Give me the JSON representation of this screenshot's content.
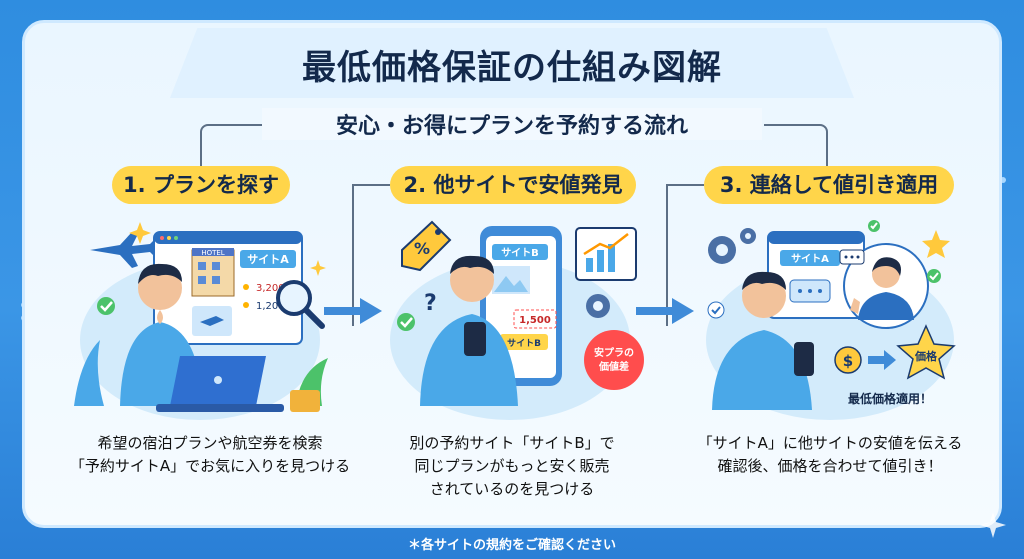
{
  "title": "最低価格保証の仕組み図解",
  "subtitle": "安心・お得にプランを予約する流れ",
  "steps": [
    {
      "label": "1. プランを探す",
      "desc_line1": "希望の宿泊プランや航空券を検索",
      "desc_line2": "「予約サイトA」でお気に入りを見つける",
      "site_label": "サイトA",
      "hotel_sign": "HOTEL",
      "price1": "3,200",
      "price2": "1,200"
    },
    {
      "label": "2. 他サイトで安値発見",
      "desc_line1": "別の予約サイト「サイトB」で",
      "desc_line2": "同じプランがもっと安く販売",
      "desc_line3": "されているのを見つける",
      "site_label": "サイトB",
      "price": "1,500",
      "site_label_small": "サイトB",
      "percent": "%",
      "question": "?",
      "bubble_line1": "安プラの",
      "bubble_line2": "価値差"
    },
    {
      "label": "3. 連絡して値引き適用",
      "desc_line1": "「サイトA」に他サイトの安値を伝える",
      "desc_line2": "確認後、価格を合わせて値引き！",
      "site_label": "サイトA",
      "price_star": "価格",
      "applied": "最低価格適用！",
      "dollar": "$"
    }
  ],
  "footnote": "＊各サイトの規約をご確認ください",
  "colors": {
    "background": "#2f8de0",
    "panel": "#eaf6ff",
    "pill": "#ffd54a",
    "title_text": "#13294b",
    "shirt": "#4aa8e8",
    "badge_red": "#ff4d4d"
  }
}
